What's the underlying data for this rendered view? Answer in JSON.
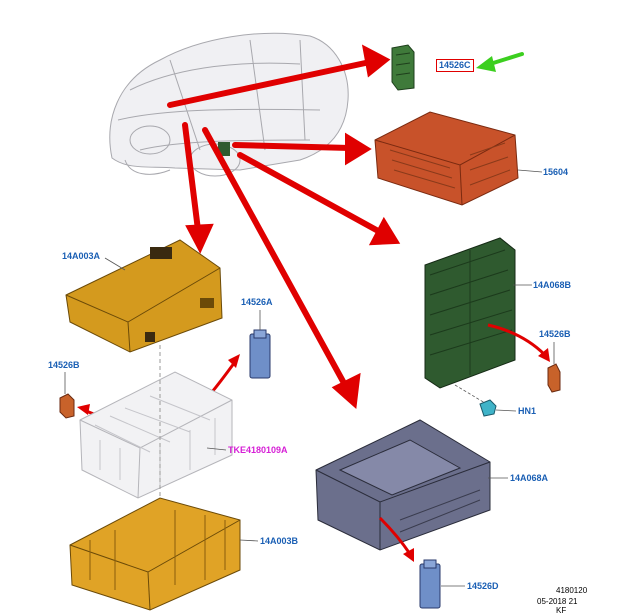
{
  "colors": {
    "callout_arrow": "#e00000",
    "highlight_arrow": "#3ccf1f",
    "label_blue": "#1a5fb4",
    "label_pink": "#d61fd6",
    "orange_part": "#c98a16",
    "red_part": "#c8522a",
    "green_part": "#2f5a2f",
    "gray_part": "#6b6f8c",
    "blue_fuse": "#6f8fc8"
  },
  "labels": {
    "p14526C": "14526C",
    "p15604": "15604",
    "p14A003A": "14A003A",
    "p14A068B": "14A068B",
    "p14526A": "14526A",
    "p14526B_left": "14526B",
    "p14526B_right": "14526B",
    "pHN1": "HN1",
    "pTKE": "TKE4180109A",
    "p14A068A": "14A068A",
    "p14A003B": "14A003B",
    "p14526D": "14526D"
  },
  "footer": {
    "line1": "4180120",
    "line2": "05-2018 21",
    "line3": "KF"
  }
}
